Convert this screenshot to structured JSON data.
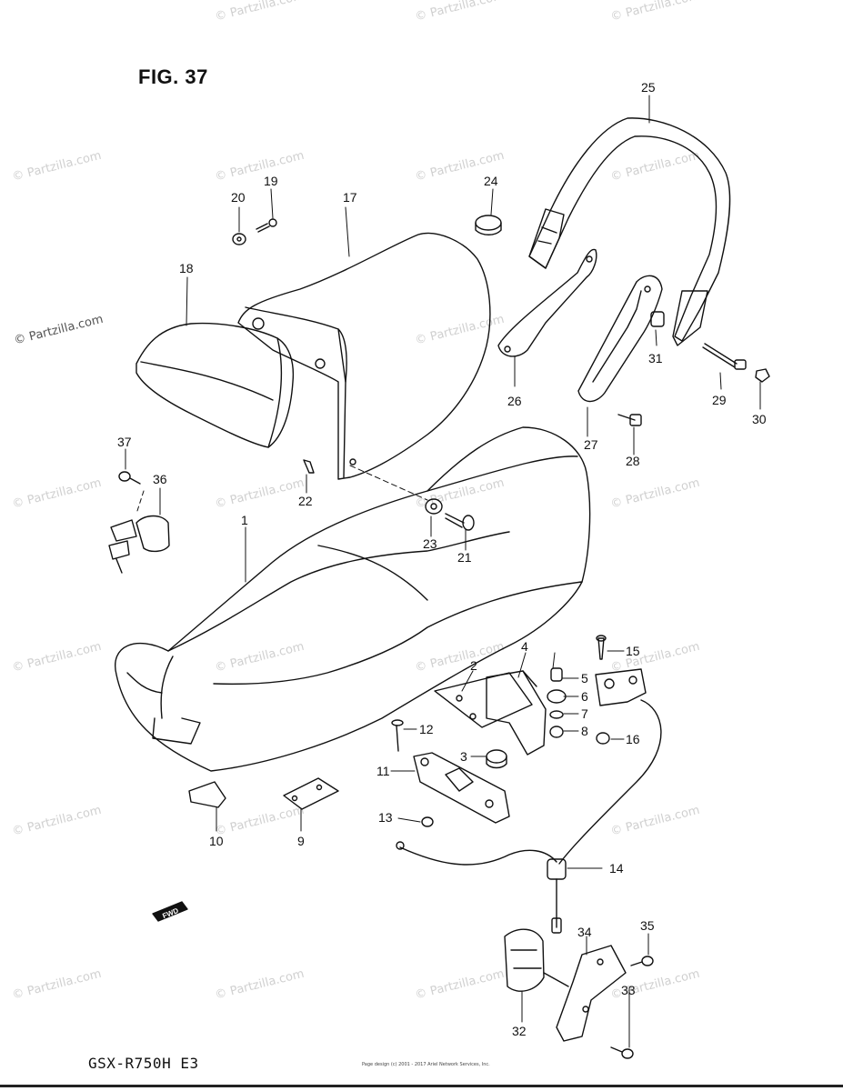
{
  "figure": {
    "title": "FIG. 37"
  },
  "model": "GSX-R750H E3",
  "fwd_label": "FWD",
  "watermark": "© Partzilla.com",
  "copyright": "Page design (c) 2001 - 2017 Ariel Network Services, Inc.",
  "callouts": [
    "1",
    "2",
    "3",
    "4",
    "5",
    "6",
    "7",
    "8",
    "9",
    "10",
    "11",
    "12",
    "13",
    "14",
    "15",
    "16",
    "17",
    "18",
    "19",
    "20",
    "21",
    "22",
    "23",
    "24",
    "25",
    "26",
    "27",
    "28",
    "29",
    "30",
    "31",
    "32",
    "33",
    "34",
    "35",
    "36",
    "37"
  ]
}
